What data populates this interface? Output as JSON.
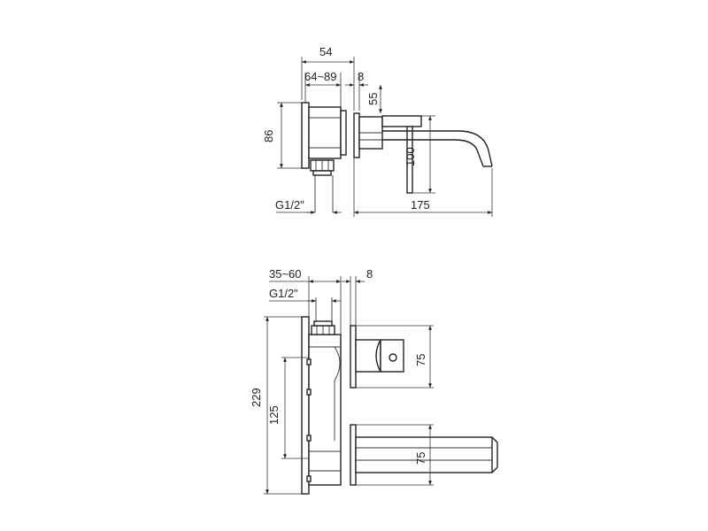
{
  "top_view": {
    "dim_width": "54",
    "dim_depth_range": "64~89",
    "dim_plate": "8",
    "dim_offset": "55",
    "dim_height": "86",
    "dim_spout_height": "100",
    "dim_thread": "G1/2\"",
    "dim_spout_length": "175"
  },
  "front_view": {
    "dim_depth_range": "35~60",
    "dim_plate": "8",
    "dim_thread": "G1/2\"",
    "dim_total_height": "229",
    "dim_center_distance": "125",
    "dim_handle_plate": "75",
    "dim_spout_plate": "75"
  }
}
